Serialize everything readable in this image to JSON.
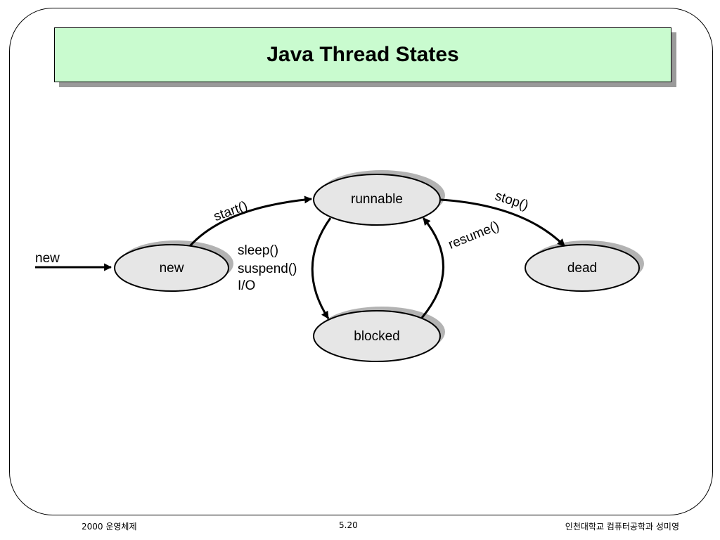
{
  "slide": {
    "title": "Java Thread States"
  },
  "diagram": {
    "states": {
      "new": "new",
      "runnable": "runnable",
      "blocked": "blocked",
      "dead": "dead"
    },
    "transitions": {
      "entry": "new",
      "start": "start()",
      "stop": "stop()",
      "resume": "resume()",
      "block_reasons": [
        "sleep()",
        "suspend()",
        "I/O"
      ]
    }
  },
  "footer": {
    "left": "2000 운영체제",
    "center": "5.20",
    "right": "인천대학교 컴퓨터공학과 성미영"
  },
  "colors": {
    "title_background": "#c9fbcf",
    "state_fill": "#e6e6e6",
    "state_shadow": "#b3b3b3"
  }
}
